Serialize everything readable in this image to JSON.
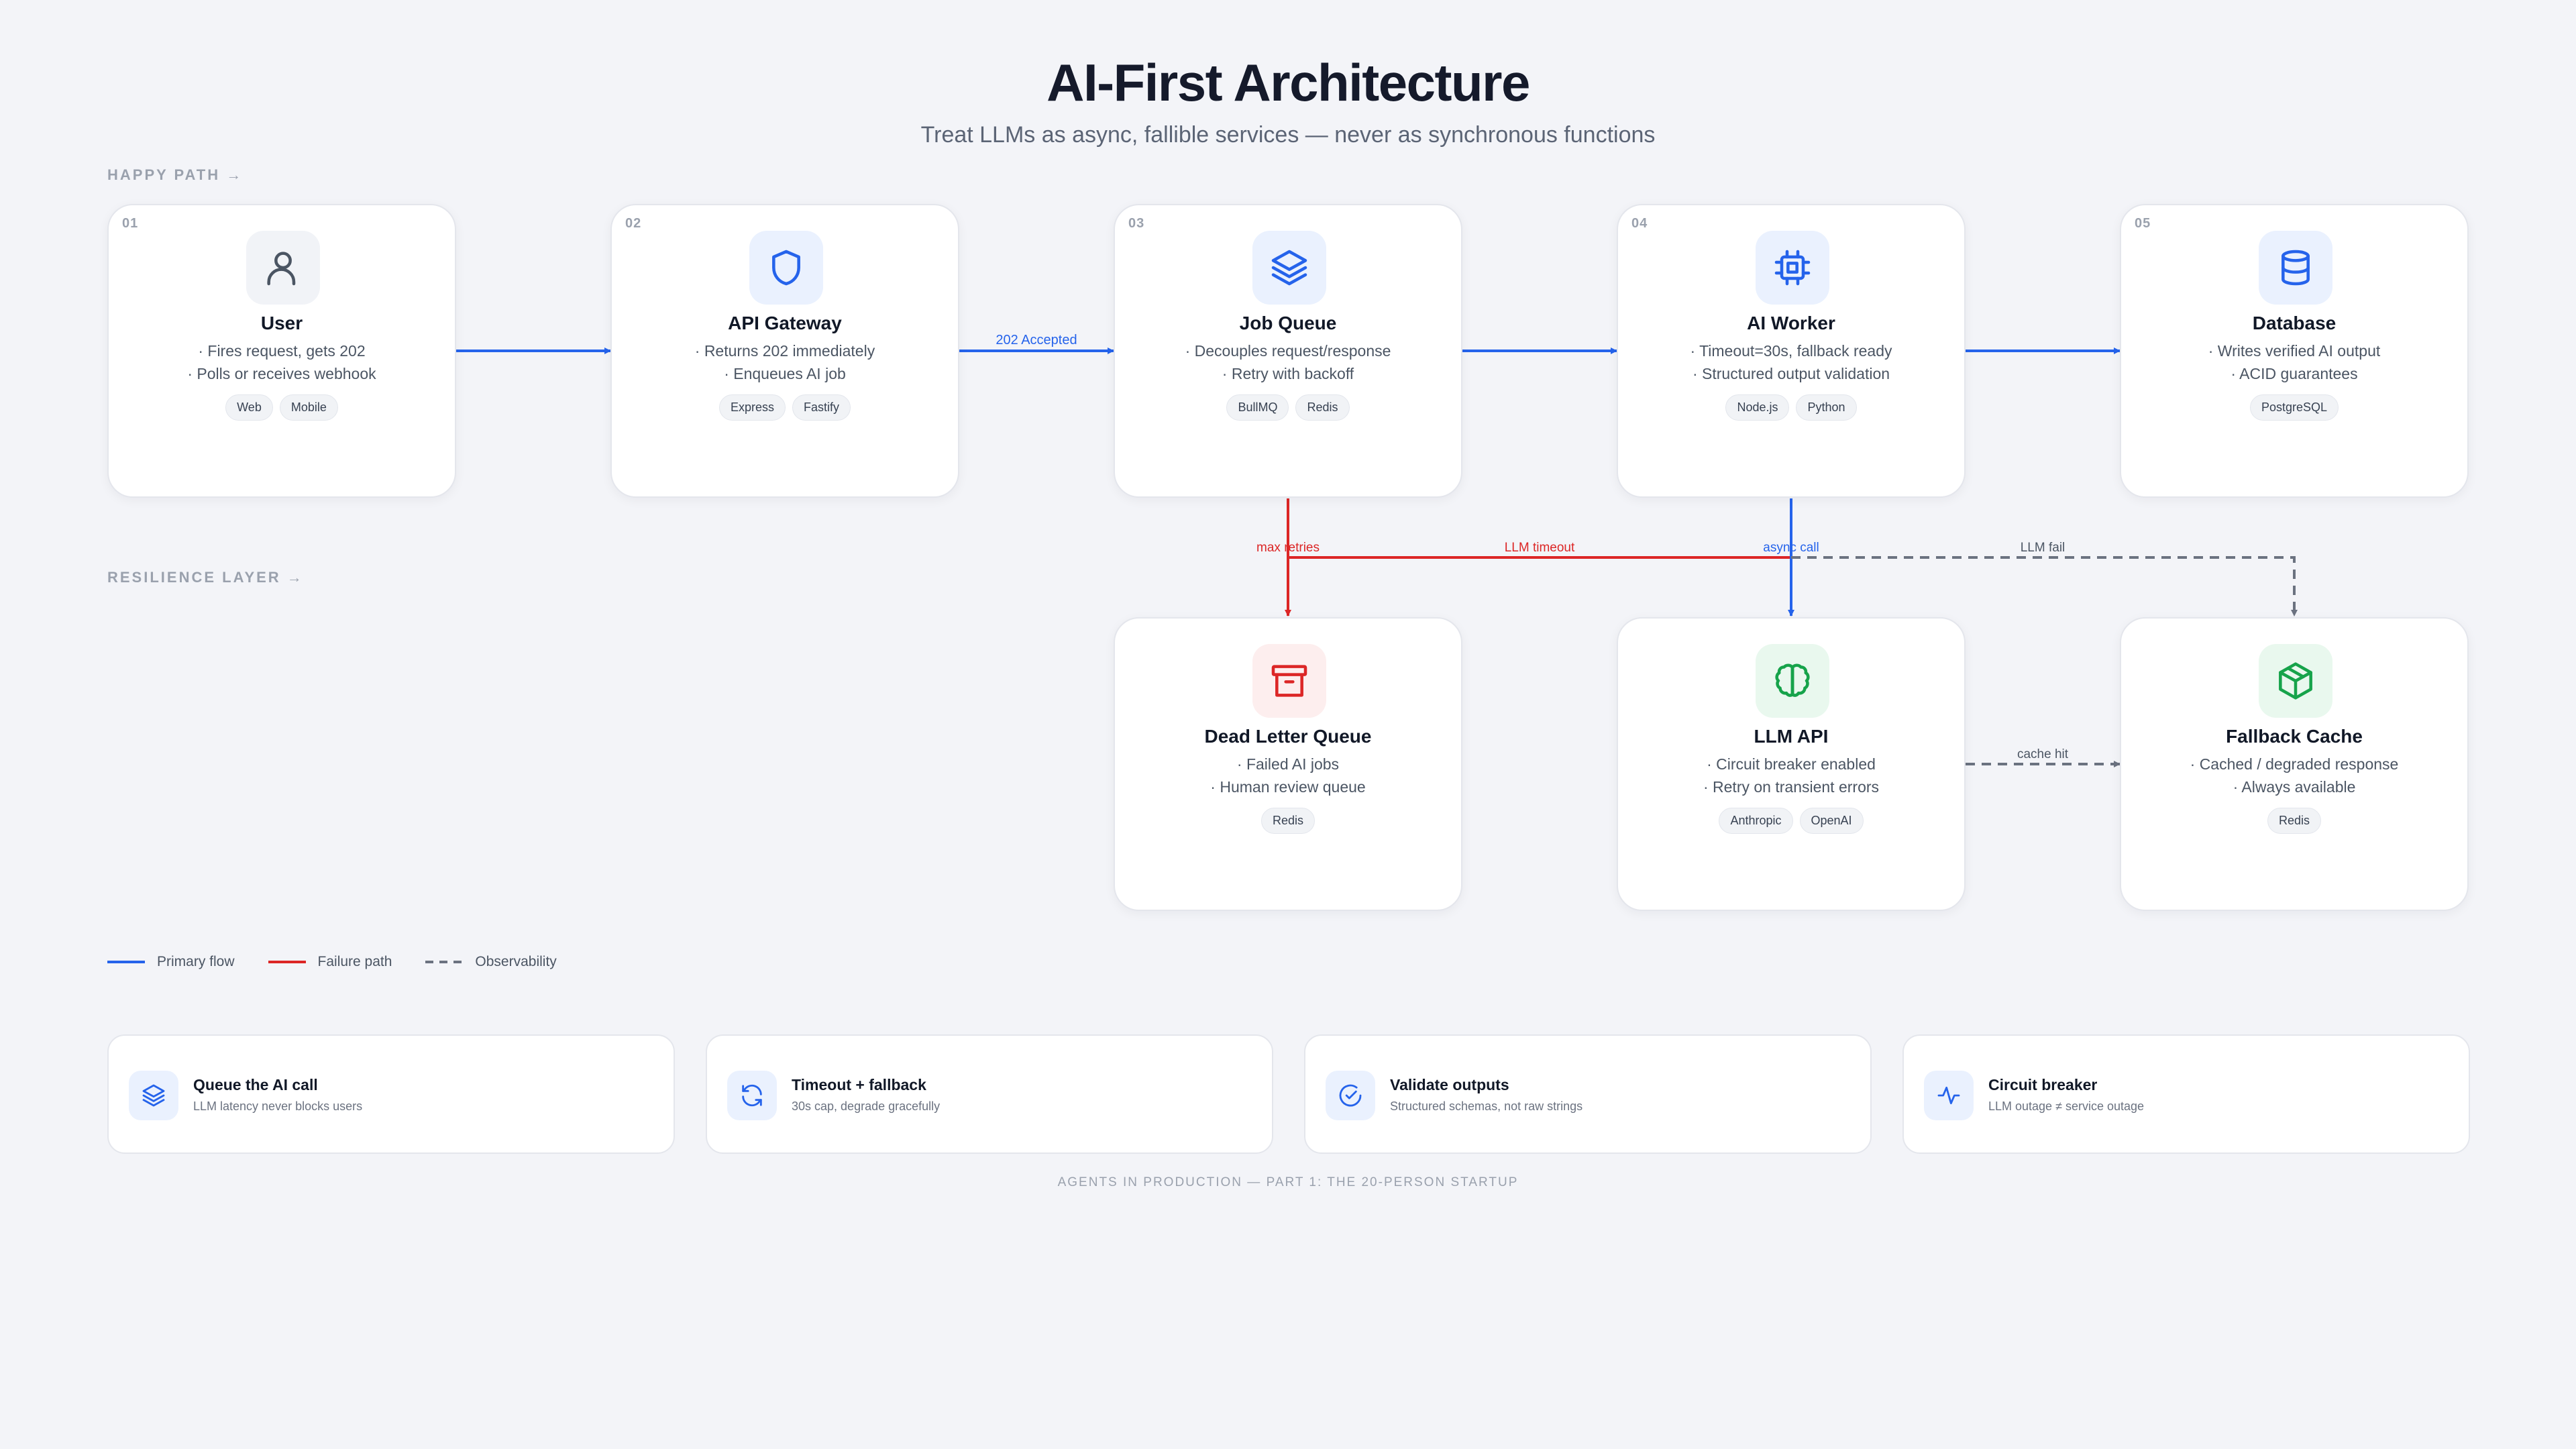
{
  "title": "AI-First Architecture",
  "subtitle": "Treat LLMs as async, fallible services — never as synchronous functions",
  "sections": {
    "happy": "HAPPY PATH →",
    "resilience": "RESILIENCE LAYER →"
  },
  "nodes": {
    "user": {
      "num": "01",
      "name": "User",
      "lines": [
        "· Fires request, gets 202",
        "· Polls or receives webhook"
      ],
      "tags": [
        "Web",
        "Mobile"
      ],
      "icon": "user-icon"
    },
    "gateway": {
      "num": "02",
      "name": "API Gateway",
      "lines": [
        "· Returns 202 immediately",
        "· Enqueues AI job"
      ],
      "tags": [
        "Express",
        "Fastify"
      ],
      "icon": "shield-icon"
    },
    "queue": {
      "num": "03",
      "name": "Job Queue",
      "lines": [
        "· Decouples request/response",
        "· Retry with backoff"
      ],
      "tags": [
        "BullMQ",
        "Redis"
      ],
      "icon": "layers-icon"
    },
    "worker": {
      "num": "04",
      "name": "AI Worker",
      "lines": [
        "· Timeout=30s, fallback ready",
        "· Structured output validation"
      ],
      "tags": [
        "Node.js",
        "Python"
      ],
      "icon": "cpu-icon"
    },
    "database": {
      "num": "05",
      "name": "Database",
      "lines": [
        "· Writes verified AI output",
        "· ACID guarantees"
      ],
      "tags": [
        "PostgreSQL"
      ],
      "icon": "database-icon"
    },
    "dlq": {
      "name": "Dead Letter Queue",
      "lines": [
        "· Failed AI jobs",
        "· Human review queue"
      ],
      "tags": [
        "Redis"
      ],
      "icon": "archive-icon"
    },
    "llm": {
      "name": "LLM API",
      "lines": [
        "· Circuit breaker enabled",
        "· Retry on transient errors"
      ],
      "tags": [
        "Anthropic",
        "OpenAI"
      ],
      "icon": "brain-icon"
    },
    "cache": {
      "name": "Fallback Cache",
      "lines": [
        "· Cached / degraded response",
        "· Always available"
      ],
      "tags": [
        "Redis"
      ],
      "icon": "package-icon"
    }
  },
  "edges": {
    "accepted": "202 Accepted",
    "max_retries": "max retries",
    "llm_timeout": "LLM timeout",
    "async_call": "async call",
    "llm_fail": "LLM fail",
    "cache_hit": "cache hit"
  },
  "legend": {
    "primary": "Primary flow",
    "failure": "Failure path",
    "observability": "Observability"
  },
  "colors": {
    "primary": "#2563eb",
    "failure": "#dc2626",
    "observability": "#6b7280",
    "success": "#16a34a"
  },
  "tips": [
    {
      "title": "Queue the AI call",
      "sub": "LLM latency never blocks users",
      "icon": "layers-icon"
    },
    {
      "title": "Timeout + fallback",
      "sub": "30s cap, degrade gracefully",
      "icon": "refresh-icon"
    },
    {
      "title": "Validate outputs",
      "sub": "Structured schemas, not raw strings",
      "icon": "check-circle-icon"
    },
    {
      "title": "Circuit breaker",
      "sub": "LLM outage ≠ service outage",
      "icon": "activity-icon"
    }
  ],
  "footer": "AGENTS IN PRODUCTION — PART 1: THE 20-PERSON STARTUP"
}
